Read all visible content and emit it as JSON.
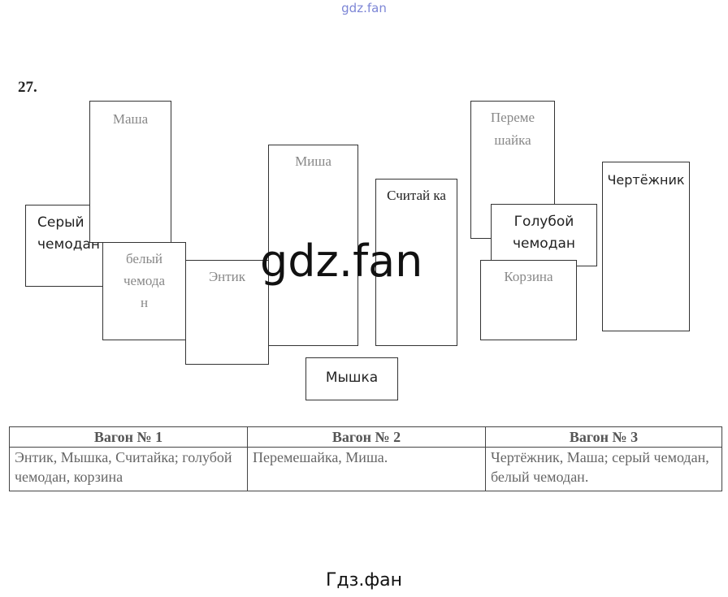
{
  "watermark_top": "gdz.fan",
  "watermark_center": "gdz.fan",
  "watermark_bottom": "Гдз.фан",
  "task_number": "27.",
  "boxes": {
    "seryi": "Серый чемодан",
    "masha": "Маша",
    "belyi": "белый чемода н",
    "entik": "Энтик",
    "misha": "Миша",
    "schitaika": "Считай ка",
    "myshka": "Мышка",
    "peremeshaika": "Переме шайка",
    "goluboi": "Голубой чемодан",
    "korzina": "Корзина",
    "chertezhnik": "Чертёжник"
  },
  "table": {
    "headers": [
      "Вагон № 1",
      "Вагон № 2",
      "Вагон № 3"
    ],
    "cells": [
      "Энтик, Мышка, Считайка; голубой чемодан, корзина",
      "Перемешайка, Миша.",
      "Чертёжник, Маша; серый чемодан, белый чемодан."
    ]
  }
}
